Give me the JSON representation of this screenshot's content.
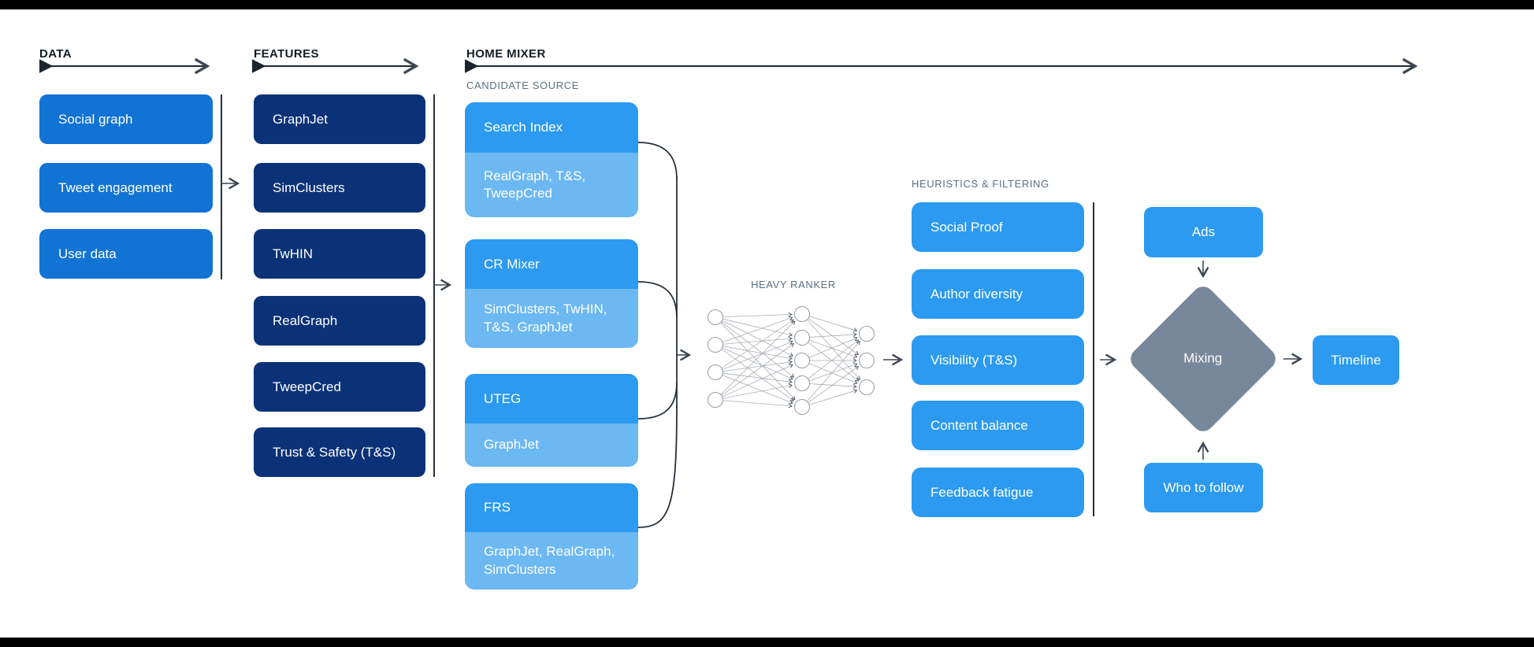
{
  "sections": {
    "data": {
      "label": "DATA",
      "items": [
        "Social graph",
        "Tweet engagement",
        "User data"
      ]
    },
    "features": {
      "label": "FEATURES",
      "items": [
        "GraphJet",
        "SimClusters",
        "TwHIN",
        "RealGraph",
        "TweepCred",
        "Trust & Safety (T&S)"
      ]
    },
    "home_mixer": {
      "label": "HOME MIXER",
      "candidate_source": {
        "label": "CANDIDATE SOURCE",
        "items": [
          {
            "name": "Search Index",
            "sources": "RealGraph, T&S, TweepCred"
          },
          {
            "name": "CR Mixer",
            "sources": "SimClusters, TwHIN, T&S, GraphJet"
          },
          {
            "name": "UTEG",
            "sources": "GraphJet"
          },
          {
            "name": "FRS",
            "sources": "GraphJet, RealGraph, SimClusters"
          }
        ]
      },
      "heavy_ranker": {
        "label": "HEAVY RANKER",
        "layers": [
          4,
          5,
          3
        ]
      },
      "heuristics": {
        "label": "HEURISTICS & FILTERING",
        "items": [
          "Social Proof",
          "Author diversity",
          "Visibility (T&S)",
          "Content balance",
          "Feedback fatigue"
        ]
      },
      "mixing": {
        "ads": "Ads",
        "mixing": "Mixing",
        "who_to_follow": "Who to follow",
        "timeline": "Timeline"
      }
    }
  },
  "colors": {
    "box_blue": "#1173d4",
    "box_navy": "#0b3277",
    "bright_blue": "#2b9af0",
    "light_blue": "#6cb8f3",
    "diamond_gray": "#77889b",
    "header_text": "#141d26",
    "sublabel_text": "#5b7083",
    "line_dark": "#273039"
  }
}
